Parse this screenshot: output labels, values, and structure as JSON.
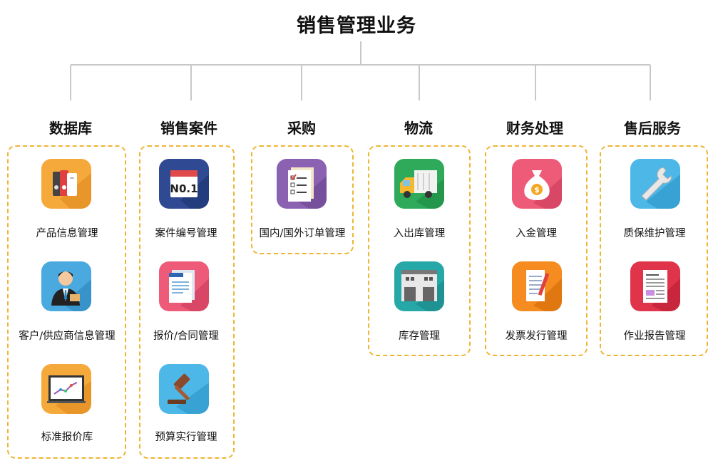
{
  "title": "销售管理业务",
  "categories": [
    {
      "name": "数据库",
      "items": [
        {
          "label": "产品信息管理",
          "icon": "binders-icon",
          "color": "#f6a93b"
        },
        {
          "label": "客户/供应商信息管理",
          "icon": "businessman-icon",
          "color": "#4aa9de"
        },
        {
          "label": "标准报价库",
          "icon": "line-chart-board-icon",
          "color": "#f6a93b"
        }
      ]
    },
    {
      "name": "销售案件",
      "items": [
        {
          "label": "案件编号管理",
          "icon": "no1-calendar-icon",
          "color": "#2f4a93"
        },
        {
          "label": "报价/合同管理",
          "icon": "document-icon",
          "color": "#ee5b78"
        },
        {
          "label": "预算实行管理",
          "icon": "gavel-icon",
          "color": "#4db8e8"
        }
      ]
    },
    {
      "name": "采购",
      "items": [
        {
          "label": "国内/国外订单管理",
          "icon": "checklist-icon",
          "color": "#8b62b2"
        }
      ]
    },
    {
      "name": "物流",
      "items": [
        {
          "label": "入出库管理",
          "icon": "truck-icon",
          "color": "#2eaa5a"
        },
        {
          "label": "库存管理",
          "icon": "warehouse-icon",
          "color": "#27a8a8"
        }
      ]
    },
    {
      "name": "财务处理",
      "items": [
        {
          "label": "入金管理",
          "icon": "money-bag-icon",
          "color": "#ee5b78"
        },
        {
          "label": "发票发行管理",
          "icon": "invoice-pen-icon",
          "color": "#f68b1f"
        }
      ]
    },
    {
      "name": "售后服务",
      "items": [
        {
          "label": "质保维护管理",
          "icon": "wrench-icon",
          "color": "#4db8e8"
        },
        {
          "label": "作业报告管理",
          "icon": "report-icon",
          "color": "#e0344a"
        }
      ]
    }
  ],
  "colors": {
    "connector": "#c8c8c8",
    "dashed_border": "#efb533"
  }
}
